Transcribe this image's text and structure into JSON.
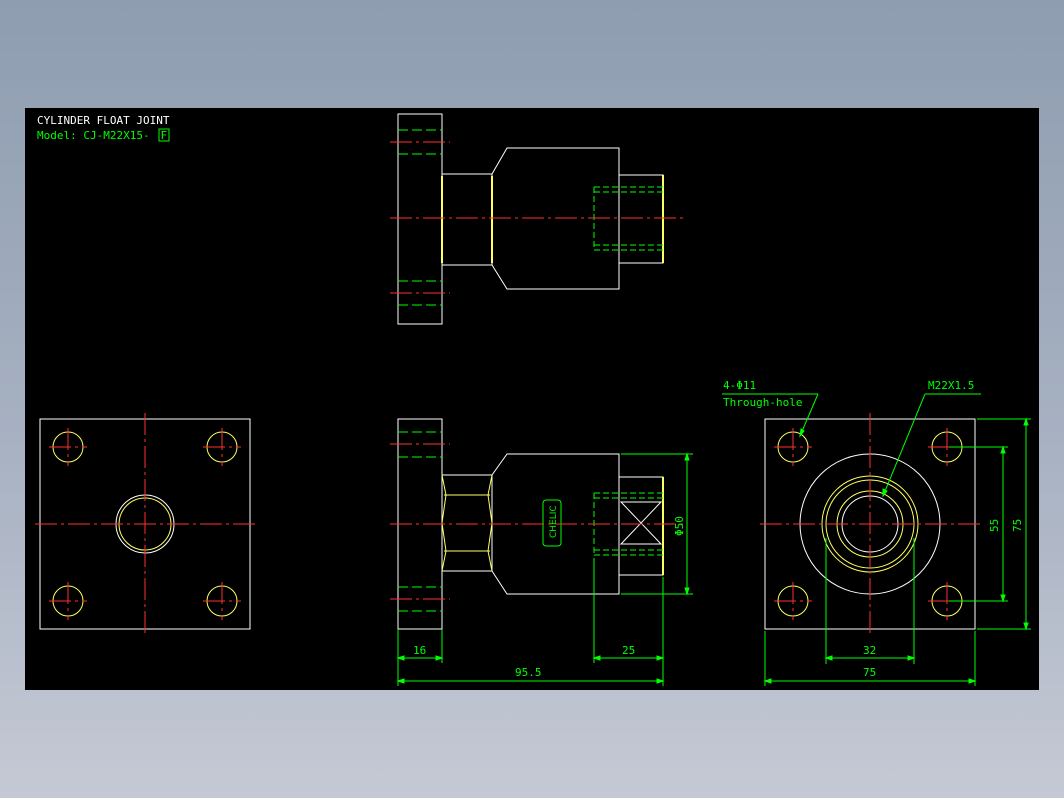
{
  "title_block": {
    "line1": "CYLINDER FLOAT JOINT",
    "model_prefix": "Model: CJ-M22X15-",
    "model_suffix": "F"
  },
  "callouts": {
    "holes_line1": "4-Φ11",
    "holes_line2": "Through-hole",
    "thread": "M22X1.5"
  },
  "dimensions": {
    "flange_thickness": "16",
    "thread_depth": "25",
    "overall_length": "95.5",
    "body_diameter": "Φ50",
    "bolt_spacing_v": "55",
    "flange_height": "75",
    "bolt_spacing_h": "32",
    "flange_width": "75"
  },
  "logo_text": "CHELIC",
  "colors": {
    "outline": "#ffffff",
    "centerline": "#ff3030",
    "hidden": "#00ff00",
    "dimension": "#00ff00",
    "accent": "#ffff60",
    "title": "#ffffff"
  }
}
